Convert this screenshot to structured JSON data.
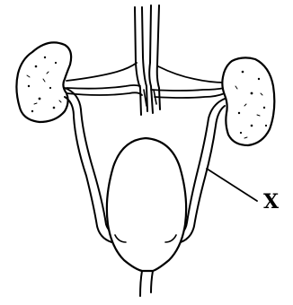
{
  "diagram": {
    "labels": {
      "x": "X"
    },
    "parts": [
      "left-kidney",
      "right-kidney",
      "aorta",
      "vena-cava",
      "left-ureter",
      "right-ureter",
      "urinary-bladder",
      "urethra",
      "pointer-line"
    ],
    "colors": {
      "ink": "#000000",
      "background": "#ffffff"
    }
  }
}
